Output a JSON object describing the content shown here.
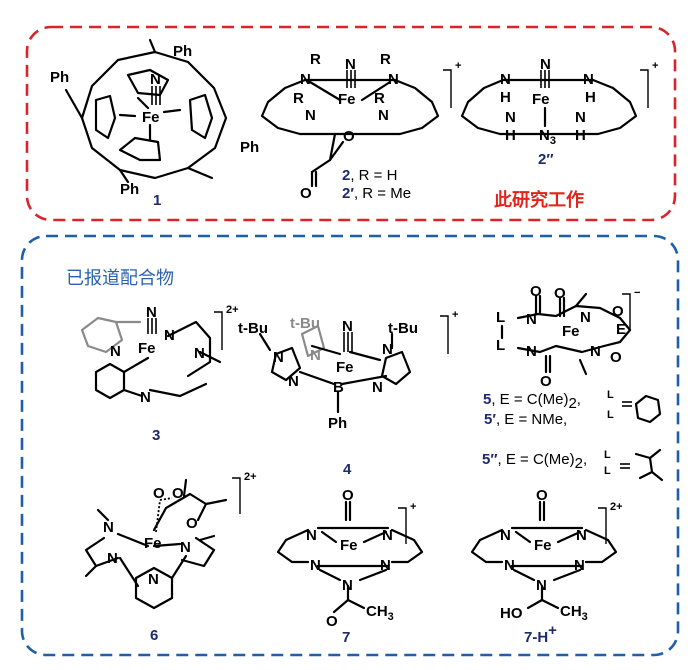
{
  "top_box": {
    "caption": "此研究工作",
    "compound_1": {
      "label": "1",
      "metal": "Fe",
      "axial": "N",
      "substituent": "Ph"
    },
    "compound_2": {
      "charge": "+",
      "metal": "Fe",
      "axial": "N",
      "r_group": "R",
      "n_atom": "N",
      "o_atom": "O",
      "legend": [
        {
          "num": "2",
          "text": ", R = H"
        },
        {
          "num": "2′",
          "text": ", R = Me"
        }
      ]
    },
    "compound_2pp": {
      "label": "2″",
      "charge": "+",
      "metal": "Fe",
      "axial": "N",
      "h_atom": "H",
      "n_atom": "N",
      "azide": "N",
      "azide_sub": "3"
    }
  },
  "bottom_box": {
    "title": "已报道配合物",
    "compound_3": {
      "label": "3",
      "charge": "2+",
      "metal": "Fe",
      "n_atom": "N"
    },
    "compound_4": {
      "label": "4",
      "charge": "+",
      "metal": "Fe",
      "n_atom": "N",
      "tbu": "t-Bu",
      "boron": "B",
      "ph": "Ph"
    },
    "compound_5": {
      "charge": "−",
      "metal": "Fe",
      "n_atom": "N",
      "o_atom": "O",
      "e_group": "E",
      "l_group": "L",
      "legend": [
        {
          "num": "5",
          "text": ", E = C(Me)",
          "sub": "2",
          "tail": ", "
        },
        {
          "num": "5′",
          "text": ", E = NMe,",
          "sub": "",
          "tail": ""
        },
        {
          "num": "5″",
          "text": ", E = C(Me)",
          "sub": "2",
          "tail": ", "
        }
      ]
    },
    "compound_6": {
      "label": "6",
      "charge": "2+",
      "metal": "Fe",
      "n_atom": "N",
      "o_atom": "O"
    },
    "compound_7": {
      "label": "7",
      "charge": "+",
      "metal": "Fe",
      "n_atom": "N",
      "o_atom": "O",
      "methyl": "CH",
      "methyl_sub": "3"
    },
    "compound_7h": {
      "label": "7-H",
      "label_sup": "+",
      "charge": "2+",
      "metal": "Fe",
      "n_atom": "N",
      "o_atom": "O",
      "ho": "HO",
      "methyl": "CH",
      "methyl_sub": "3"
    }
  },
  "colors": {
    "top_border": "#d9252a",
    "bottom_border": "#1f5fa8",
    "caption_red": "#e2231a",
    "title_blue": "#2a62b0",
    "label_navy": "#1c2a6e"
  }
}
